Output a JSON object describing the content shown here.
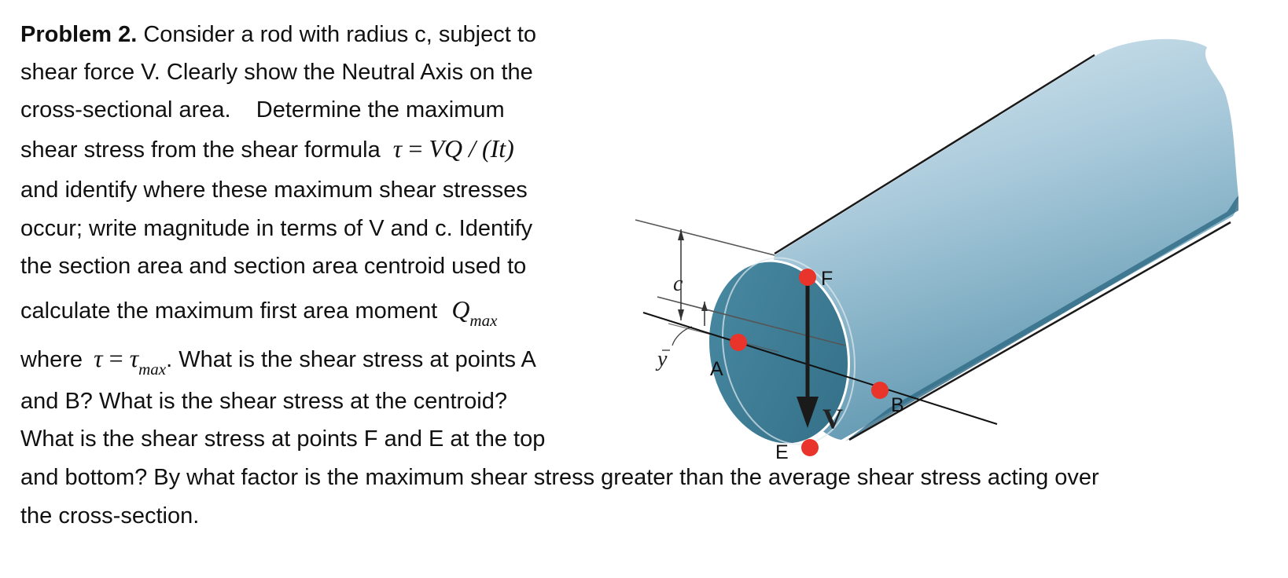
{
  "problem": {
    "heading": "Problem 2.",
    "line1": "Consider a rod with radius c, subject to",
    "line2": "shear force V.  Clearly show the Neutral Axis on the",
    "line3": "cross-sectional area.    Determine the maximum",
    "line4": "shear stress from the shear formula",
    "formula_tau": "τ",
    "formula_eq": "=",
    "formula_rhs": "VQ / (It)",
    "line5": "and identify where these maximum shear stresses",
    "line6": "occur; write magnitude in terms of V and c. Identify",
    "line7": "the section area and section area centroid used to",
    "line8": "calculate the maximum first area moment",
    "q_symbol": "Q",
    "q_sub": "max",
    "line9_start": "where",
    "tau": "τ",
    "eq": "=",
    "tau_sub": "max",
    "line9_end": ". What is the shear stress at points A",
    "line10": "and B? What is the shear stress at the centroid?",
    "line11": "What is the shear stress at points F and E at the top",
    "line12": "and bottom? By what factor is the maximum shear stress greater than the average shear stress acting over",
    "line13": "the cross-section."
  },
  "figure": {
    "label_c": "c",
    "label_y": "y",
    "label_V": "V",
    "points": {
      "A": "A",
      "B": "B",
      "E": "E",
      "F": "F"
    },
    "colors": {
      "rod_side": "#9fc3d6",
      "rod_face": "#3f7f97",
      "point": "#e8342a"
    }
  }
}
